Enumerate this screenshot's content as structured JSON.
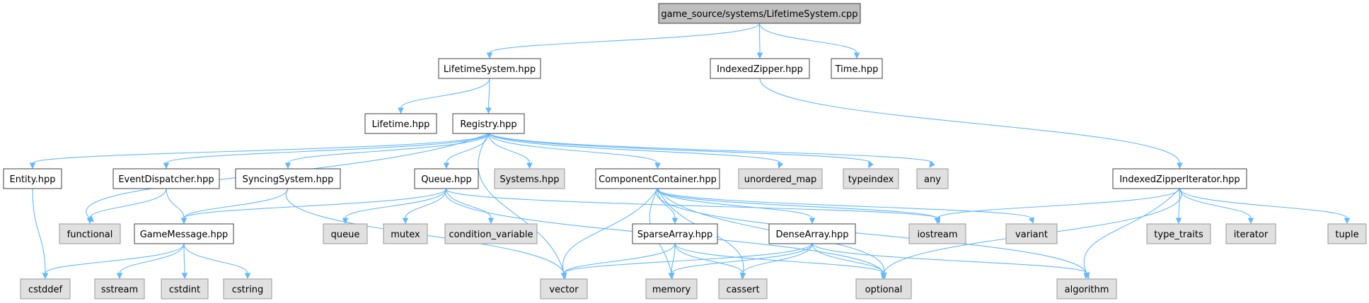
{
  "colors": {
    "edge": "#63b8ff",
    "root_fill": "#bfbfbf",
    "root_stroke": "#404040",
    "file_fill": "#ffffff",
    "file_stroke": "#404040",
    "system_fill": "#e0e0e0",
    "system_stroke": "#999999"
  },
  "nodes": [
    {
      "id": "root",
      "label": "game_source/systems/LifetimeSystem.cpp",
      "kind": "root"
    },
    {
      "id": "lifetimesystem_hpp",
      "label": "LifetimeSystem.hpp",
      "kind": "file"
    },
    {
      "id": "indexedzipper_hpp",
      "label": "IndexedZipper.hpp",
      "kind": "file"
    },
    {
      "id": "time_hpp",
      "label": "Time.hpp",
      "kind": "file"
    },
    {
      "id": "lifetime_hpp",
      "label": "Lifetime.hpp",
      "kind": "file"
    },
    {
      "id": "registry_hpp",
      "label": "Registry.hpp",
      "kind": "file"
    },
    {
      "id": "entity_hpp",
      "label": "Entity.hpp",
      "kind": "file"
    },
    {
      "id": "eventdispatcher_hpp",
      "label": "EventDispatcher.hpp",
      "kind": "file"
    },
    {
      "id": "syncingsystem_hpp",
      "label": "SyncingSystem.hpp",
      "kind": "file"
    },
    {
      "id": "queue_hpp",
      "label": "Queue.hpp",
      "kind": "file"
    },
    {
      "id": "systems_hpp",
      "label": "Systems.hpp",
      "kind": "system"
    },
    {
      "id": "componentcontainer_hpp",
      "label": "ComponentContainer.hpp",
      "kind": "file"
    },
    {
      "id": "unordered_map",
      "label": "unordered_map",
      "kind": "system"
    },
    {
      "id": "typeindex",
      "label": "typeindex",
      "kind": "system"
    },
    {
      "id": "any",
      "label": "any",
      "kind": "system"
    },
    {
      "id": "indexedzipperiterator_hpp",
      "label": "IndexedZipperIterator.hpp",
      "kind": "file"
    },
    {
      "id": "functional",
      "label": "functional",
      "kind": "system"
    },
    {
      "id": "gamemessage_hpp",
      "label": "GameMessage.hpp",
      "kind": "file"
    },
    {
      "id": "queue",
      "label": "queue",
      "kind": "system"
    },
    {
      "id": "mutex",
      "label": "mutex",
      "kind": "system"
    },
    {
      "id": "condition_variable",
      "label": "condition_variable",
      "kind": "system"
    },
    {
      "id": "sparsearray_hpp",
      "label": "SparseArray.hpp",
      "kind": "file"
    },
    {
      "id": "densearray_hpp",
      "label": "DenseArray.hpp",
      "kind": "file"
    },
    {
      "id": "iostream",
      "label": "iostream",
      "kind": "system"
    },
    {
      "id": "variant",
      "label": "variant",
      "kind": "system"
    },
    {
      "id": "type_traits",
      "label": "type_traits",
      "kind": "system"
    },
    {
      "id": "iterator",
      "label": "iterator",
      "kind": "system"
    },
    {
      "id": "tuple",
      "label": "tuple",
      "kind": "system"
    },
    {
      "id": "cstddef",
      "label": "cstddef",
      "kind": "system"
    },
    {
      "id": "sstream",
      "label": "sstream",
      "kind": "system"
    },
    {
      "id": "cstdint",
      "label": "cstdint",
      "kind": "system"
    },
    {
      "id": "cstring",
      "label": "cstring",
      "kind": "system"
    },
    {
      "id": "vector",
      "label": "vector",
      "kind": "system"
    },
    {
      "id": "memory",
      "label": "memory",
      "kind": "system"
    },
    {
      "id": "cassert",
      "label": "cassert",
      "kind": "system"
    },
    {
      "id": "optional",
      "label": "optional",
      "kind": "system"
    },
    {
      "id": "algorithm",
      "label": "algorithm",
      "kind": "system"
    }
  ],
  "edges": [
    {
      "from": "root",
      "to": "lifetimesystem_hpp"
    },
    {
      "from": "root",
      "to": "indexedzipper_hpp"
    },
    {
      "from": "root",
      "to": "time_hpp"
    },
    {
      "from": "lifetimesystem_hpp",
      "to": "lifetime_hpp"
    },
    {
      "from": "lifetimesystem_hpp",
      "to": "registry_hpp"
    },
    {
      "from": "indexedzipper_hpp",
      "to": "indexedzipperiterator_hpp"
    },
    {
      "from": "registry_hpp",
      "to": "entity_hpp"
    },
    {
      "from": "registry_hpp",
      "to": "functional"
    },
    {
      "from": "registry_hpp",
      "to": "eventdispatcher_hpp"
    },
    {
      "from": "registry_hpp",
      "to": "syncingsystem_hpp"
    },
    {
      "from": "registry_hpp",
      "to": "vector"
    },
    {
      "from": "registry_hpp",
      "to": "queue_hpp"
    },
    {
      "from": "registry_hpp",
      "to": "systems_hpp"
    },
    {
      "from": "registry_hpp",
      "to": "componentcontainer_hpp"
    },
    {
      "from": "registry_hpp",
      "to": "unordered_map"
    },
    {
      "from": "registry_hpp",
      "to": "typeindex"
    },
    {
      "from": "registry_hpp",
      "to": "any"
    },
    {
      "from": "entity_hpp",
      "to": "cstddef"
    },
    {
      "from": "eventdispatcher_hpp",
      "to": "functional"
    },
    {
      "from": "eventdispatcher_hpp",
      "to": "gamemessage_hpp"
    },
    {
      "from": "syncingsystem_hpp",
      "to": "gamemessage_hpp"
    },
    {
      "from": "syncingsystem_hpp",
      "to": "vector"
    },
    {
      "from": "queue_hpp",
      "to": "gamemessage_hpp"
    },
    {
      "from": "queue_hpp",
      "to": "queue"
    },
    {
      "from": "queue_hpp",
      "to": "mutex"
    },
    {
      "from": "queue_hpp",
      "to": "condition_variable"
    },
    {
      "from": "queue_hpp",
      "to": "iostream"
    },
    {
      "from": "queue_hpp",
      "to": "optional"
    },
    {
      "from": "gamemessage_hpp",
      "to": "cstddef"
    },
    {
      "from": "gamemessage_hpp",
      "to": "sstream"
    },
    {
      "from": "gamemessage_hpp",
      "to": "cstdint"
    },
    {
      "from": "gamemessage_hpp",
      "to": "cstring"
    },
    {
      "from": "componentcontainer_hpp",
      "to": "sparsearray_hpp"
    },
    {
      "from": "componentcontainer_hpp",
      "to": "densearray_hpp"
    },
    {
      "from": "componentcontainer_hpp",
      "to": "vector"
    },
    {
      "from": "componentcontainer_hpp",
      "to": "memory"
    },
    {
      "from": "componentcontainer_hpp",
      "to": "cassert"
    },
    {
      "from": "componentcontainer_hpp",
      "to": "optional"
    },
    {
      "from": "componentcontainer_hpp",
      "to": "iostream"
    },
    {
      "from": "componentcontainer_hpp",
      "to": "variant"
    },
    {
      "from": "componentcontainer_hpp",
      "to": "algorithm"
    },
    {
      "from": "sparsearray_hpp",
      "to": "vector"
    },
    {
      "from": "sparsearray_hpp",
      "to": "memory"
    },
    {
      "from": "sparsearray_hpp",
      "to": "cassert"
    },
    {
      "from": "sparsearray_hpp",
      "to": "optional"
    },
    {
      "from": "densearray_hpp",
      "to": "vector"
    },
    {
      "from": "densearray_hpp",
      "to": "memory"
    },
    {
      "from": "densearray_hpp",
      "to": "cassert"
    },
    {
      "from": "densearray_hpp",
      "to": "optional"
    },
    {
      "from": "densearray_hpp",
      "to": "algorithm"
    },
    {
      "from": "indexedzipperiterator_hpp",
      "to": "iostream"
    },
    {
      "from": "indexedzipperiterator_hpp",
      "to": "optional"
    },
    {
      "from": "indexedzipperiterator_hpp",
      "to": "type_traits"
    },
    {
      "from": "indexedzipperiterator_hpp",
      "to": "iterator"
    },
    {
      "from": "indexedzipperiterator_hpp",
      "to": "tuple"
    },
    {
      "from": "indexedzipperiterator_hpp",
      "to": "algorithm"
    }
  ]
}
